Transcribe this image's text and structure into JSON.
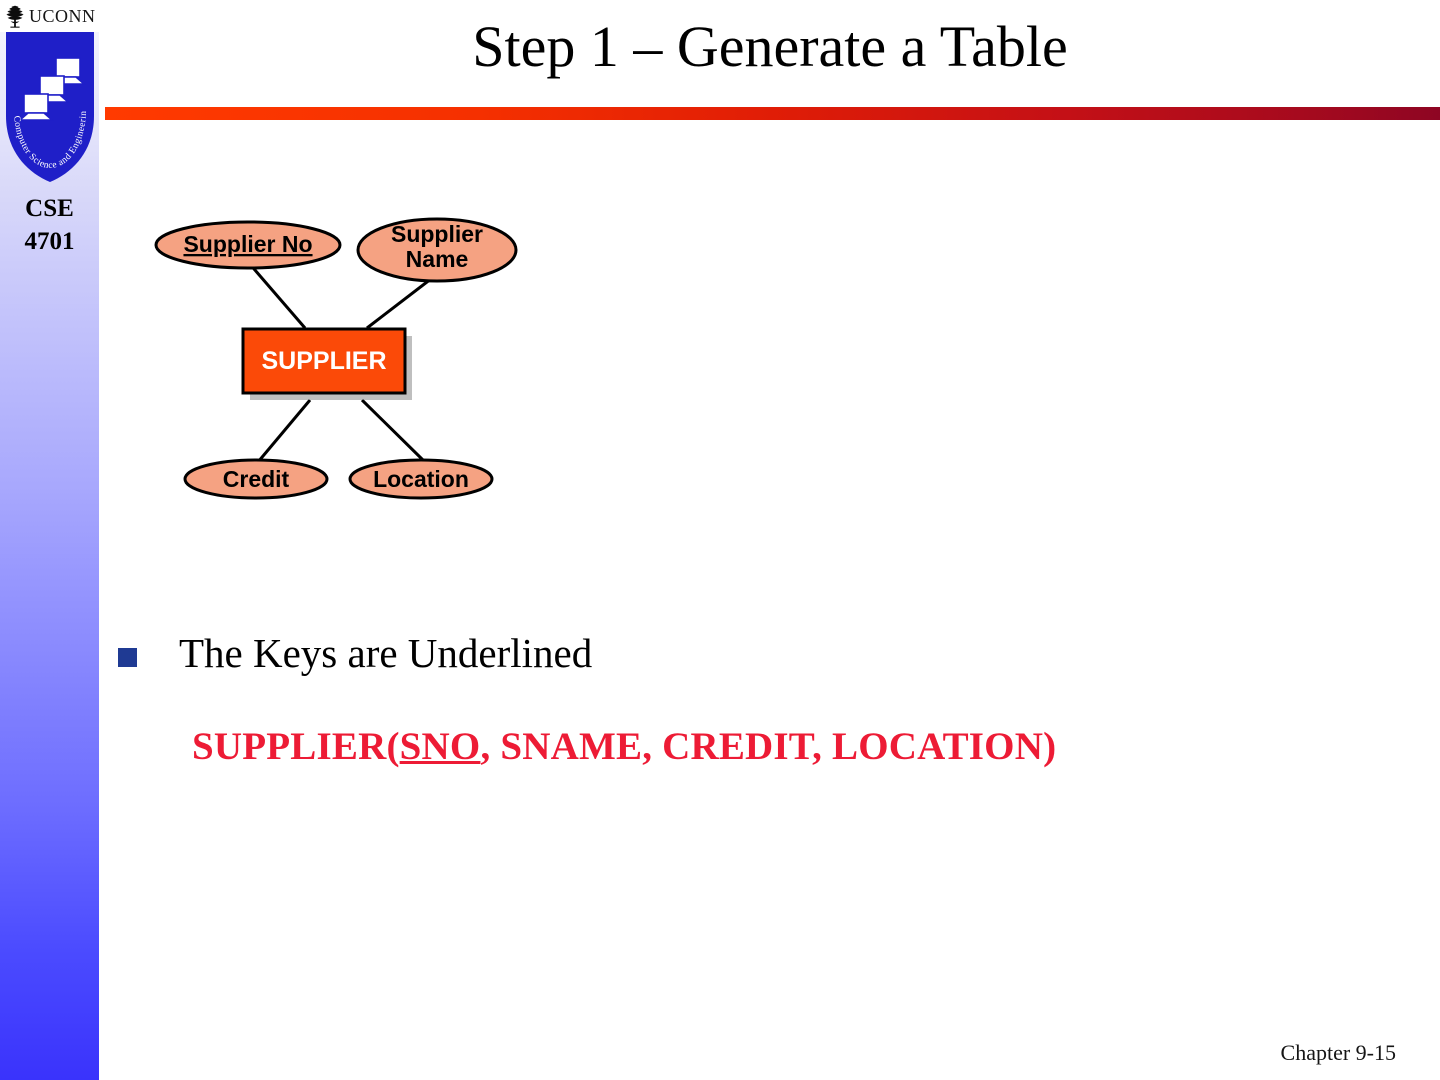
{
  "slide": {
    "title": "Step 1 – Generate a Table",
    "footer": "Chapter 9-15"
  },
  "sidebar": {
    "university_wordmark": "UCONN",
    "shield_caption": "Computer Science and Engineering",
    "course_code": "CSE",
    "course_number": "4701",
    "logo_icon": "uconn-oak-tree-icon",
    "shield_icon": "cse-networked-computers-shield-icon"
  },
  "er_diagram": {
    "entity": {
      "label": "SUPPLIER",
      "fill": "#FB4A08",
      "text_color": "#FFFFFF",
      "border": "#000000"
    },
    "attribute_fill": "#F5A282",
    "attribute_border": "#000000",
    "attributes": [
      {
        "id": "supplier-no",
        "label": "Supplier No",
        "lines": [
          "Supplier No"
        ],
        "key": true
      },
      {
        "id": "supplier-name",
        "label": "Supplier Name",
        "lines": [
          "Supplier",
          "Name"
        ],
        "key": false
      },
      {
        "id": "credit",
        "label": "Credit",
        "lines": [
          "Credit"
        ],
        "key": false
      },
      {
        "id": "location",
        "label": "Location",
        "lines": [
          "Location"
        ],
        "key": false
      }
    ]
  },
  "body": {
    "bullet_text": "The Keys are Underlined",
    "schema": {
      "prefix": "SUPPLIER(",
      "key": "SNO",
      "rest": ", SNAME, CREDIT, LOCATION)",
      "color": "#ED1B35"
    }
  },
  "colors": {
    "rule_start": "#FF3A00",
    "rule_end": "#8E0523",
    "bullet_square": "#1F3A93",
    "sidebar_bottom": "#3A33FC"
  }
}
